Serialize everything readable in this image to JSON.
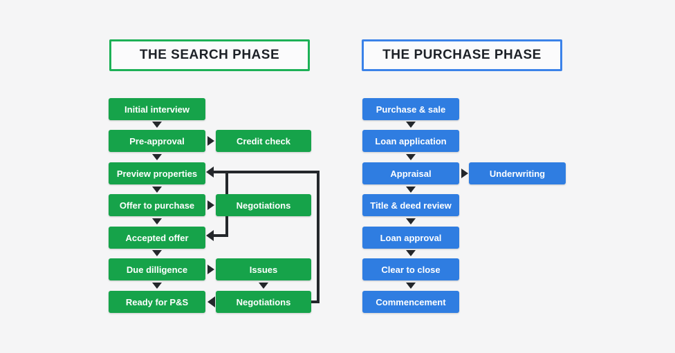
{
  "colors": {
    "background": "#f5f5f6",
    "green": "#16a34a",
    "green_border": "#1db157",
    "blue": "#2f7de1",
    "blue_border": "#3b82e9",
    "connector": "#24272b",
    "header_text": "#1d2127"
  },
  "search_phase": {
    "title": "THE SEARCH PHASE",
    "main_steps": [
      "Initial interview",
      "Pre-approval",
      "Preview properties",
      "Offer to purchase",
      "Accepted offer",
      "Due dilligence",
      "Ready for P&S"
    ],
    "side_steps": [
      "Credit check",
      "Negotiations",
      "Issues",
      "Negotiations"
    ]
  },
  "purchase_phase": {
    "title": "THE PURCHASE PHASE",
    "main_steps": [
      "Purchase & sale",
      "Loan application",
      "Appraisal",
      "Title & deed review",
      "Loan approval",
      "Clear to close",
      "Commencement"
    ],
    "side_steps": [
      "Underwriting"
    ]
  }
}
